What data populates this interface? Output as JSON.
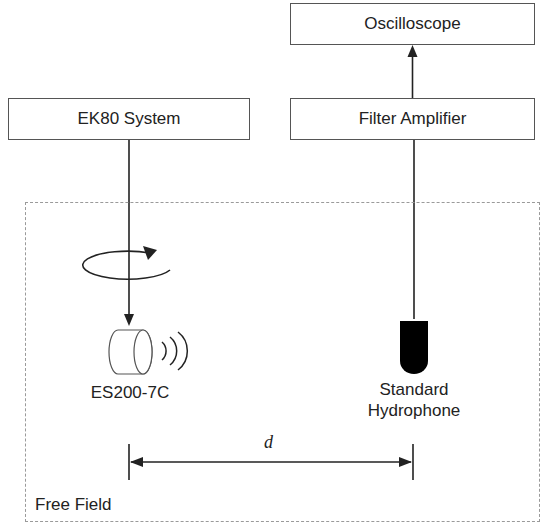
{
  "diagram": {
    "nodes": [
      {
        "text": [
          "Oscilloscope"
        ]
      },
      {
        "text": [
          "EK80 System"
        ]
      },
      {
        "text": [
          "Filter Amplifier"
        ]
      },
      {
        "text": [
          "Free Field"
        ]
      },
      {
        "text": [
          "ES200-7C"
        ],
        "in": 3
      },
      {
        "text": [
          "Standard Hydrophone"
        ],
        "in": 3
      }
    ],
    "edges": [
      {
        "from": 1,
        "to": 4,
        "arrow": "to"
      },
      {
        "from": 5,
        "to": 2,
        "arrow": "none"
      },
      {
        "from": 2,
        "to": 0,
        "arrow": "to"
      }
    ],
    "labels": [
      "d"
    ]
  }
}
